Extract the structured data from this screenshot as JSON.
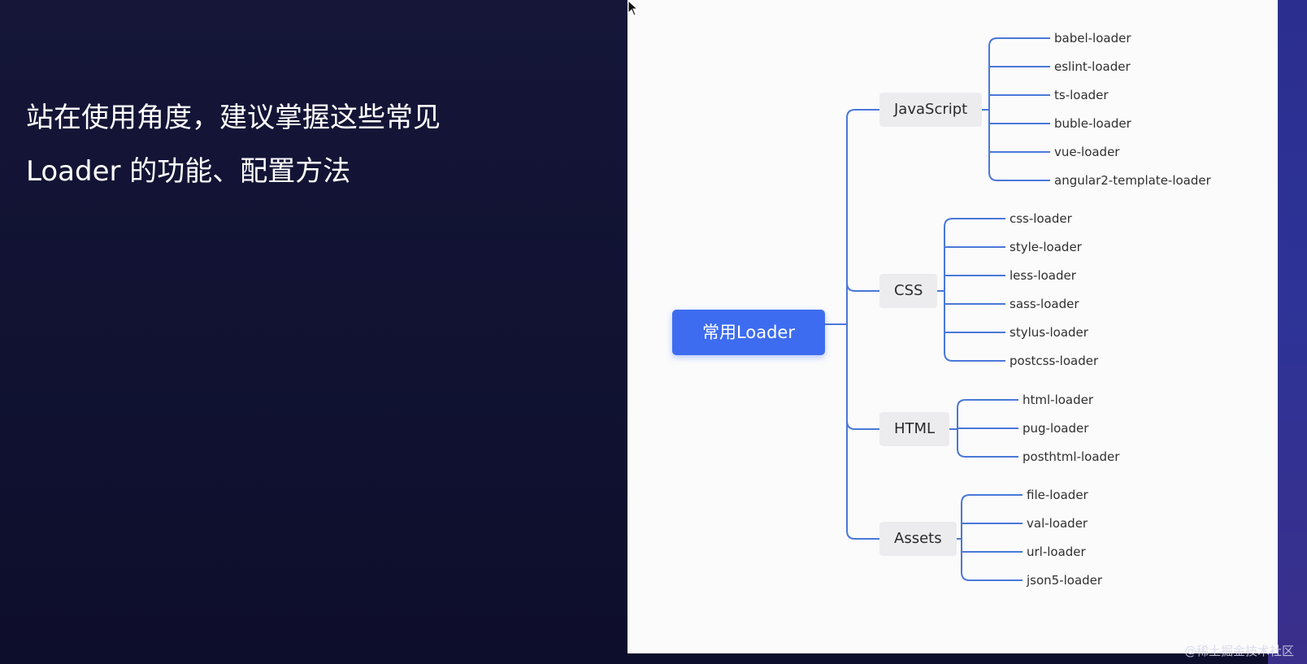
{
  "slide": {
    "line1": "站在使用角度，建议掌握这些常见",
    "line2": "Loader 的功能、配置方法"
  },
  "diagram": {
    "root": "常用Loader",
    "categories": [
      {
        "label": "JavaScript",
        "leaves": [
          "babel-loader",
          "eslint-loader",
          "ts-loader",
          "buble-loader",
          "vue-loader",
          "angular2-template-loader"
        ]
      },
      {
        "label": "CSS",
        "leaves": [
          "css-loader",
          "style-loader",
          "less-loader",
          "sass-loader",
          "stylus-loader",
          "postcss-loader"
        ]
      },
      {
        "label": "HTML",
        "leaves": [
          "html-loader",
          "pug-loader",
          "posthtml-loader"
        ]
      },
      {
        "label": "Assets",
        "leaves": [
          "file-loader",
          "val-loader",
          "url-loader",
          "json5-loader"
        ]
      }
    ]
  },
  "colors": {
    "connector": "#4a78d8",
    "root_fill": "#3d6cf0"
  },
  "watermark": "@稀土掘金技术社区"
}
